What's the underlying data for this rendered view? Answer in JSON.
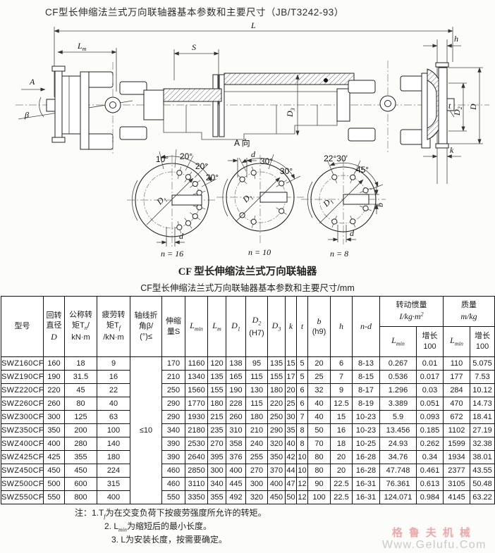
{
  "page_title": "CF型长伸缩法兰式万向联轴器基本参数和主要尺寸（JB/T3242-93）",
  "drawing": {
    "caption": "CF 型长伸缩法兰式万向联轴器",
    "view_label": "A 向",
    "dims": {
      "L": "L",
      "Lm_main": "L",
      "Lm_sub": "m",
      "S": "S",
      "h": "h",
      "A": "A",
      "beta": "β",
      "D3_main": "D",
      "D3_sub": "3",
      "D2_main": "D",
      "D2_sub": "2",
      "D": "D",
      "t": "t",
      "k": "k"
    },
    "views": [
      {
        "angles": [
          "10°",
          "20°",
          "20°",
          "20°"
        ],
        "dia_main": "D",
        "dia_sub": "1",
        "d": "d",
        "count": "n = 16"
      },
      {
        "angles": [
          "30°",
          "30°"
        ],
        "dia_main": "D",
        "dia_sub": "1",
        "d": "d",
        "count": "n = 10"
      },
      {
        "angles": [
          "22°30′",
          "45°"
        ],
        "dia_main": "D",
        "dia_sub": "1",
        "d": "d",
        "slot": "b",
        "count": "n = 8"
      }
    ]
  },
  "table": {
    "title": "CF型长伸缩法兰式万向联轴器基本参数和主要尺寸/mm",
    "headers": {
      "model": "型号",
      "d_l1": "回转",
      "d_l2": "直径",
      "d_l3": "D",
      "tn_l1": "公称转",
      "tn_l2a": "矩T",
      "tn_sub": "n",
      "tn_l2b": "/",
      "tn_l3": "kN·m",
      "tf_l1": "疲劳转",
      "tf_l2a": "矩T",
      "tf_sub": "f",
      "tf_l3": "/kN·m",
      "beta_l1": "轴线折",
      "beta_l2": "角β/",
      "beta_l3": "(°)≤",
      "s_l1": "伸缩",
      "s_l2": "量S",
      "lmin_main": "L",
      "lmin_sub": "min",
      "lm_main": "L",
      "lm_sub": "m",
      "d1_main": "D",
      "d1_sub": "1",
      "d2_main": "D",
      "d2_sub": "2",
      "d2_l2": "(H7)",
      "d3_main": "D",
      "d3_sub": "3",
      "k": "k",
      "t": "t",
      "b_l1": "b",
      "b_l2": "(h9)",
      "h": "h",
      "nd": "n-d",
      "inertia_l1": "转动惯量",
      "inertia_l2a": "I/kg·m",
      "inertia_sup": "2",
      "mass_l1": "质量",
      "mass_l2": "m/kg",
      "growth_l1": "增长",
      "growth_l2": "100"
    },
    "beta_value": "≤10",
    "rows": [
      {
        "cells": [
          "SWZ160CF",
          "160",
          "18",
          "9",
          "170",
          "1160",
          "120",
          "138",
          "95",
          "135",
          "15",
          "5",
          "20",
          "6",
          "8-13",
          "0.267",
          "0.01",
          "110",
          "5.075"
        ]
      },
      {
        "cells": [
          "SWZ190CF",
          "190",
          "31.5",
          "16",
          "210",
          "1340",
          "135",
          "165",
          "115",
          "155",
          "17",
          "5",
          "25",
          "7",
          "8-15",
          "0.536",
          "0.017",
          "177",
          "7.53"
        ]
      },
      {
        "cells": [
          "SWZ220CF",
          "220",
          "45",
          "22",
          "250",
          "1560",
          "155",
          "190",
          "130",
          "180",
          "20",
          "6",
          "32",
          "9",
          "8-17",
          "1.296",
          "0.03",
          "284",
          "10.12"
        ]
      },
      {
        "cells": [
          "SWZ260CF",
          "260",
          "80",
          "40",
          "290",
          "1770",
          "180",
          "228",
          "115",
          "220",
          "25",
          "6",
          "40",
          "12.5",
          "8-19",
          "3.389",
          "0.051",
          "470",
          "14.73"
        ]
      },
      {
        "cells": [
          "SWZ300CF",
          "300",
          "125",
          "63",
          "290",
          "1930",
          "215",
          "260",
          "180",
          "250",
          "30",
          "7",
          "40",
          "15",
          "10-23",
          "5.9",
          "0.093",
          "672",
          "18.41"
        ]
      },
      {
        "cells": [
          "SWZ350CF",
          "350",
          "200",
          "100",
          "340",
          "2180",
          "235",
          "310",
          "210",
          "290",
          "35",
          "8",
          "50",
          "16",
          "10-23",
          "13.456",
          "0.185",
          "1102",
          "27.19"
        ]
      },
      {
        "cells": [
          "SWZ400CF",
          "400",
          "280",
          "140",
          "390",
          "2530",
          "270",
          "358",
          "240",
          "320",
          "40",
          "8",
          "70",
          "18",
          "10-25",
          "24.93",
          "0.262",
          "1599",
          "32.38"
        ]
      },
      {
        "cells": [
          "SWZ425CF",
          "425",
          "355",
          "180",
          "390",
          "2640",
          "395",
          "376",
          "255",
          "350",
          "42",
          "10",
          "80",
          "20",
          "16-28",
          "34.76",
          "0.34",
          "1934",
          "38.01"
        ]
      },
      {
        "cells": [
          "SWZ450CF",
          "450",
          "450",
          "224",
          "460",
          "2850",
          "300",
          "400",
          "270",
          "370",
          "44",
          "10",
          "80",
          "20",
          "16-28",
          "47.748",
          "0.461",
          "2377",
          "43.55"
        ]
      },
      {
        "cells": [
          "SWZ500CF",
          "500",
          "600",
          "315",
          "460",
          "3110",
          "340",
          "445",
          "300",
          "400",
          "47",
          "12",
          "90",
          "22.5",
          "16-31",
          "76.361",
          "0.613",
          "3105",
          "50.48"
        ]
      },
      {
        "cells": [
          "SWZ550CF",
          "550",
          "800",
          "400",
          "550",
          "3350",
          "355",
          "492",
          "320",
          "450",
          "50",
          "12",
          "100",
          "22.5",
          "16-31",
          "124.071",
          "0.984",
          "4145",
          "63.22"
        ]
      }
    ]
  },
  "notes": [
    {
      "pre": "注：1.T",
      "sub": "f",
      "post": "为在交变负荷下按疲劳强度所允许的转矩。"
    },
    {
      "pre": "2. L",
      "sub": "min",
      "post": "为缩短后的最小长度。"
    },
    {
      "pre": "3. L",
      "sub": "",
      "post": "为安装长度，按需要确定。"
    }
  ],
  "watermark": {
    "line1": "格鲁夫机械",
    "line2": "Www.Gelufu.Com"
  }
}
